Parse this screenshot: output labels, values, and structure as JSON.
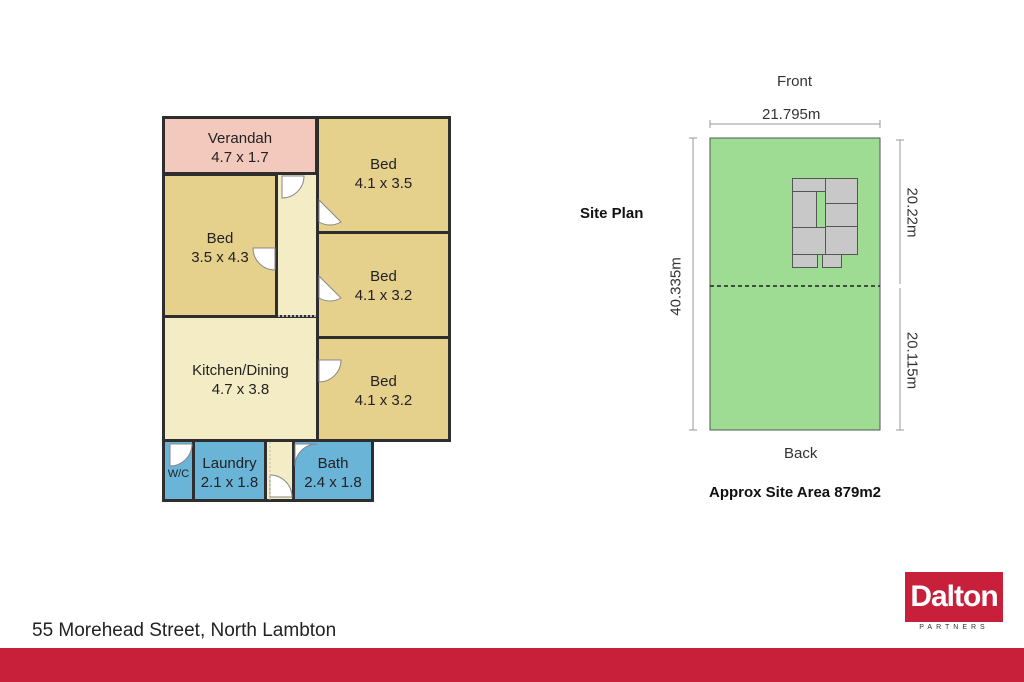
{
  "floor_plan": {
    "rooms": [
      {
        "name": "Verandah",
        "dims": "4.7 x 1.7"
      },
      {
        "name": "Bed",
        "dims": "4.1 x 3.5"
      },
      {
        "name": "Bed",
        "dims": "3.5 x 4.3"
      },
      {
        "name": "Bed",
        "dims": "4.1 x 3.2"
      },
      {
        "name": "Kitchen/Dining",
        "dims": "4.7 x 3.8"
      },
      {
        "name": "Bed",
        "dims": "4.1 x 3.2"
      },
      {
        "name": "W/C",
        "dims": ""
      },
      {
        "name": "Laundry",
        "dims": "2.1 x 1.8"
      },
      {
        "name": "Bath",
        "dims": "2.4 x 1.8"
      }
    ],
    "colors": {
      "verandah": "#f3c9bd",
      "bed": "#e5d08c",
      "kitchen": "#f4ecc4",
      "wet": "#6ab4d8",
      "hall": "#f4ecc4",
      "wall": "#2e2e2e"
    }
  },
  "site_plan": {
    "title": "Site Plan",
    "front_label": "Front",
    "back_label": "Back",
    "width_label": "21.795m",
    "depth_label": "40.335m",
    "front_depth_label": "20.22m",
    "rear_depth_label": "20.115m",
    "area_label": "Approx Site Area 879m2",
    "lot_color": "#9ddc92"
  },
  "footer": {
    "address": "55 Morehead Street, North Lambton",
    "bar_color": "#c8203a"
  },
  "logo": {
    "name": "Dalton",
    "subtitle": "PARTNERS",
    "color": "#c8203a"
  }
}
